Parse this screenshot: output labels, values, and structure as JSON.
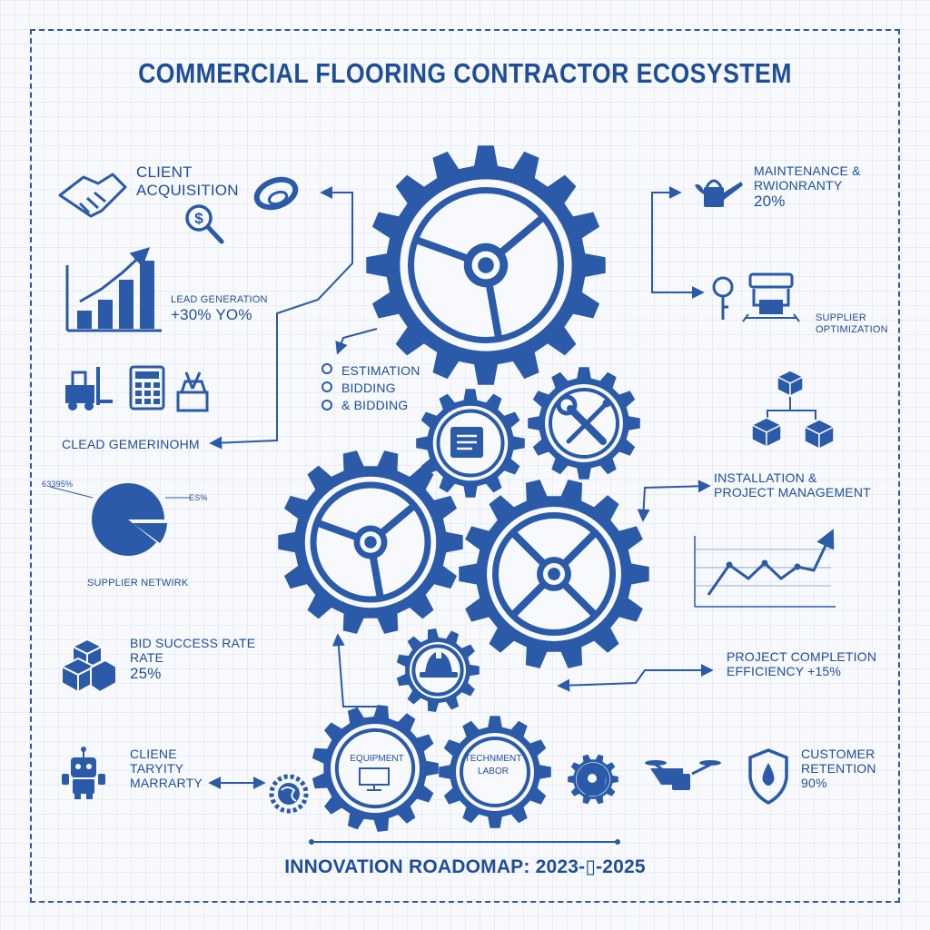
{
  "title": "COMMERCIAL FLOORING CONTRACTOR ECOSYSTEM",
  "left": {
    "client_acquisition": [
      "CLIENT",
      "ACQUISITION"
    ],
    "lead_generation": [
      "LEAD GENERATION",
      "+30% YO%"
    ],
    "clead_generation": "CLEAD GEMERINOHM",
    "pie_label_left": "63395%",
    "pie_label_right": "ES%",
    "supplier_network": "SUPPLIER NETWIRK",
    "bid_success": [
      "BID SUCCESS RATE",
      "RATE",
      "25%"
    ],
    "cliene": [
      "CLIENE",
      "TARYITY",
      "MARRARTY"
    ]
  },
  "center": {
    "estimation": [
      "ESTIMATION",
      "BIDDING",
      "& BIDDING"
    ],
    "equipment_label": "EQUIPMENT",
    "technment_labor": [
      "TECHNMENT",
      "LABOR"
    ]
  },
  "right": {
    "maintenance": [
      "MAINTENANCE &",
      "RWIONRANTY",
      "20%"
    ],
    "supplier_optimization": [
      "SUPPLIER",
      "OPTIMIZATION"
    ],
    "installation": [
      "INSTALLATION &",
      "PROJECT MANAGEMENT"
    ],
    "project_completion": [
      "PROJECT COMPLETION",
      "EFFICIENCY  +15%"
    ],
    "customer_retention": [
      "CUSTOMER",
      "RETENTION",
      "90%"
    ]
  },
  "footer": {
    "roadmap": "INNOVATION ROADOMAP: 2023-▯-2025"
  },
  "colors": {
    "primary": "#2a5aa8",
    "text": "#1f4e97",
    "background": "#f7f9fc"
  },
  "icons": [
    "handshake-icon",
    "magnifier-dollar-icon",
    "chain-link-icon",
    "bar-chart-icon",
    "forklift-icon",
    "calculator-icon",
    "toolbox-icon",
    "pie-chart-icon",
    "boxes-icon",
    "robot-icon",
    "globe-gear-icon",
    "watering-can-icon",
    "key-icon",
    "conveyor-icon",
    "box-network-icon",
    "line-chart-icon",
    "drone-icon",
    "shield-drop-icon",
    "document-icon",
    "wrench-screwdriver-icon",
    "hard-hat-icon",
    "monitor-icon",
    "head-gear-icon"
  ]
}
